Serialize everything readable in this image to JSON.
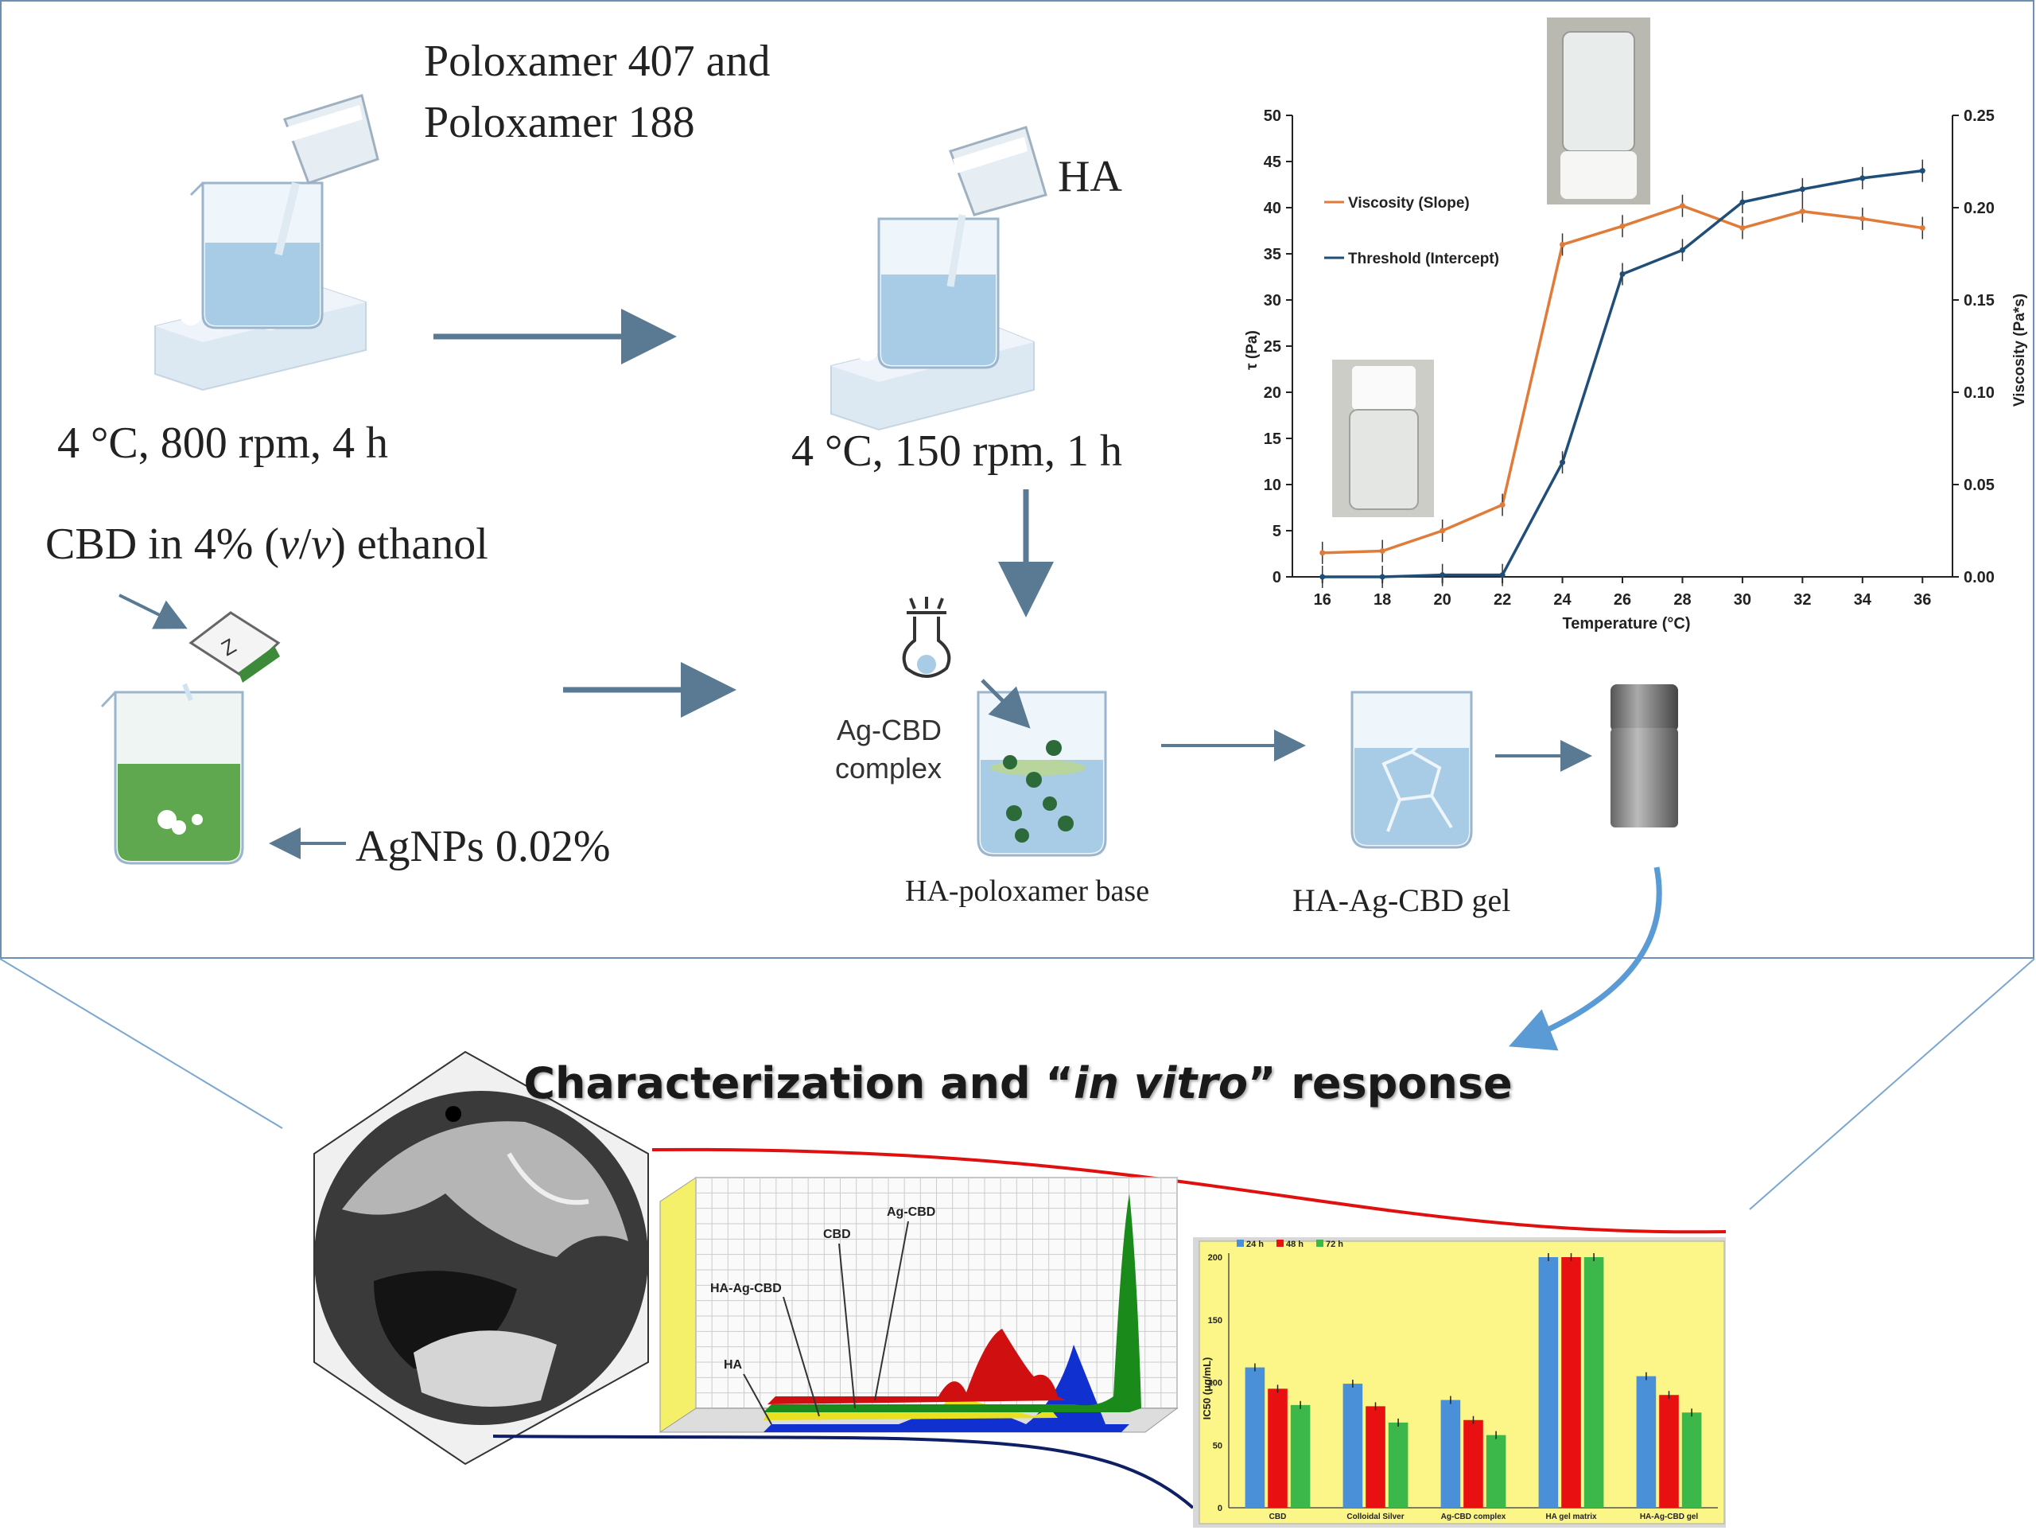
{
  "labels": {
    "poloxamer_line1": "Poloxamer 407 and",
    "poloxamer_line2": "Poloxamer 188",
    "ha": "HA",
    "step1_conditions": "4 °C, 800 rpm, 4 h",
    "step2_conditions": "4 °C, 150 rpm, 1 h",
    "cbd_ethanol": "CBD  in 4% (v/v) ethanol",
    "agnps": "AgNPs 0.02%",
    "ag_cbd_line1": "Ag-CBD",
    "ag_cbd_line2": "complex",
    "ha_poloxamer_base": "HA-poloxamer base",
    "ha_ag_cbd_gel": "HA-Ag-CBD  gel"
  },
  "section_title": {
    "prefix": "Characterization and “",
    "italic": "in vitro",
    "suffix": "” response"
  },
  "chart_data": [
    {
      "type": "line",
      "xlabel": "Temperature (°C)",
      "ylabel": "τ (Pa)",
      "y2label": "Viscosity (Pa*s)",
      "x": [
        16,
        18,
        20,
        22,
        24,
        26,
        28,
        30,
        32,
        34,
        36
      ],
      "xlim": [
        15,
        37
      ],
      "ylim": [
        0,
        50
      ],
      "y2lim": [
        0,
        0.25
      ],
      "yticks": [
        "0",
        "5",
        "10",
        "15",
        "20",
        "25",
        "30",
        "35",
        "40",
        "45",
        "50"
      ],
      "y2ticks": [
        "0.00",
        "0.05",
        "0.10",
        "0.15",
        "0.20",
        "0.25"
      ],
      "series": [
        {
          "name": "Viscosity (Slope)",
          "color": "#e07b39",
          "axis": "right",
          "values": [
            0.013,
            0.014,
            0.025,
            0.039,
            0.18,
            0.19,
            0.201,
            0.189,
            0.198,
            0.194,
            0.189
          ]
        },
        {
          "name": "Threshold (Intercept)",
          "color": "#1f4e79",
          "axis": "left",
          "values": [
            0.0,
            0.0,
            0.2,
            0.2,
            12.4,
            32.8,
            35.4,
            40.6,
            42.0,
            43.2,
            44.0
          ]
        }
      ],
      "legend": "top-left"
    },
    {
      "type": "line",
      "title": "",
      "annotations": [
        "Ag-CBD",
        "CBD",
        "HA-Ag-CBD",
        "HA"
      ],
      "series": [
        {
          "name": "HA",
          "color": "#1030d0"
        },
        {
          "name": "HA-Ag-CBD",
          "color": "#e8e020"
        },
        {
          "name": "CBD",
          "color": "#1a8a1a"
        },
        {
          "name": "Ag-CBD",
          "color": "#d01010"
        }
      ]
    },
    {
      "type": "bar",
      "ylabel": "IC50 (μg/mL)",
      "categories": [
        "CBD",
        "Colloidal Silver",
        "Ag-CBD complex",
        "HA gel matrix",
        "HA-Ag-CBD gel"
      ],
      "ylim": [
        0,
        200
      ],
      "yticks": [
        "0",
        "50",
        "100",
        "150",
        "200"
      ],
      "series": [
        {
          "name": "24 h",
          "color": "#4a90d9",
          "values": [
            112,
            99,
            86,
            200,
            105
          ]
        },
        {
          "name": "48 h",
          "color": "#e81010",
          "values": [
            95,
            81,
            70,
            200,
            90
          ]
        },
        {
          "name": "72 h",
          "color": "#3cb84a",
          "values": [
            82,
            68,
            58,
            200,
            76
          ]
        }
      ],
      "legend": "top-left"
    }
  ]
}
